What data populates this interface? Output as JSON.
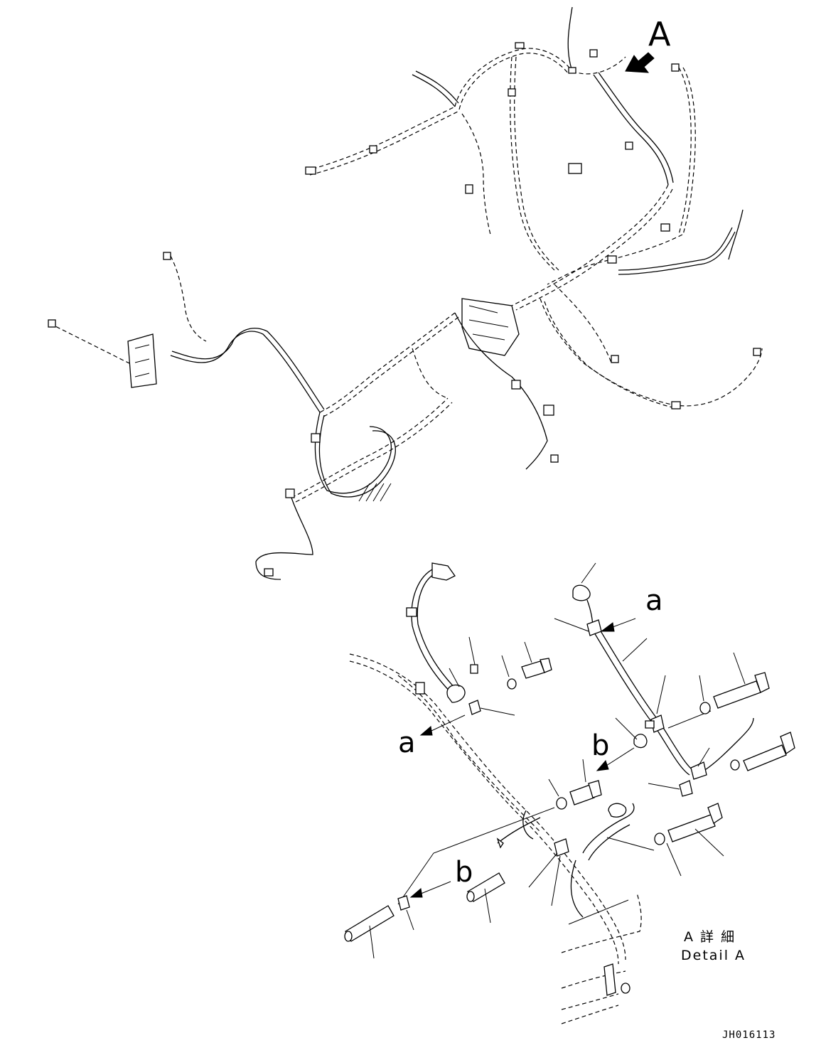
{
  "view_arrow_label": "A",
  "callout_a_upper": "a",
  "callout_a_left": "a",
  "callout_b_mid": "b",
  "callout_b_lower": "b",
  "detail_title_jp": "A 詳 細",
  "detail_title_en": "Detail A",
  "drawing_id": "JH016113"
}
